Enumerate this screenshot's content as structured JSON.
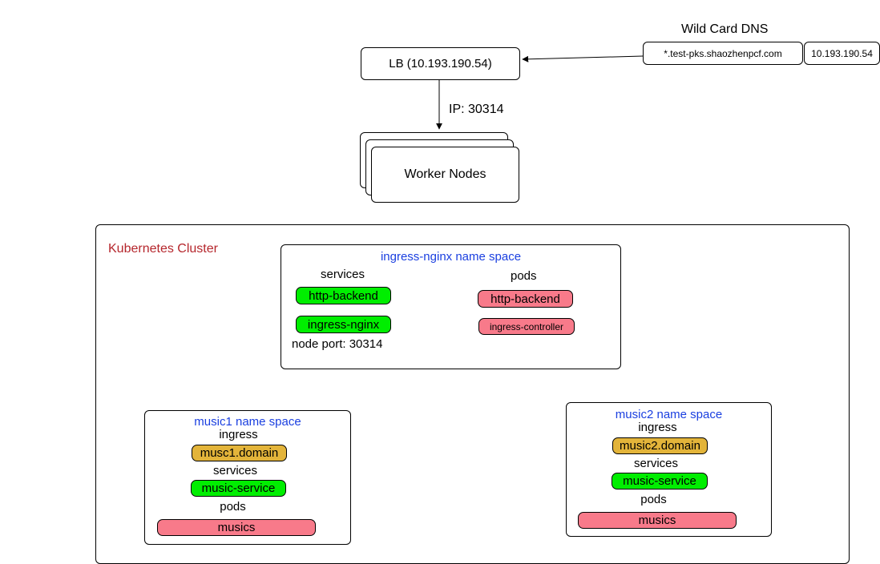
{
  "dns": {
    "title": "Wild Card DNS",
    "domain": "*.test-pks.shaozhenpcf.com",
    "ip": "10.193.190.54"
  },
  "lb": {
    "label": "LB (10.193.190.54)"
  },
  "lb_edge": {
    "label": "IP: 30314"
  },
  "workers": {
    "label": "Worker Nodes"
  },
  "cluster": {
    "title": "Kubernetes Cluster",
    "ingress_ns": {
      "title": "ingress-nginx name space",
      "services_label": "services",
      "pods_label": "pods",
      "svc_http_backend": "http-backend",
      "svc_ingress_nginx": "ingress-nginx",
      "node_port": "node port: 30314",
      "pod_http_backend": "http-backend",
      "pod_ingress_controller": "ingress-controller"
    },
    "music1_ns": {
      "title": "music1 name space",
      "ingress_label": "ingress",
      "ingress_value": "musc1.domain",
      "services_label": "services",
      "service_value": "music-service",
      "pods_label": "pods",
      "pod_value": "musics"
    },
    "music2_ns": {
      "title": "music2 name space",
      "ingress_label": "ingress",
      "ingress_value": "music2.domain",
      "services_label": "services",
      "service_value": "music-service",
      "pods_label": "pods",
      "pod_value": "musics"
    }
  },
  "colors": {
    "service": "#00ee00",
    "pod": "#f87a8a",
    "ingress": "#e3b43a",
    "namespace_title": "#1a3fe0",
    "cluster_title": "#b5262c"
  }
}
